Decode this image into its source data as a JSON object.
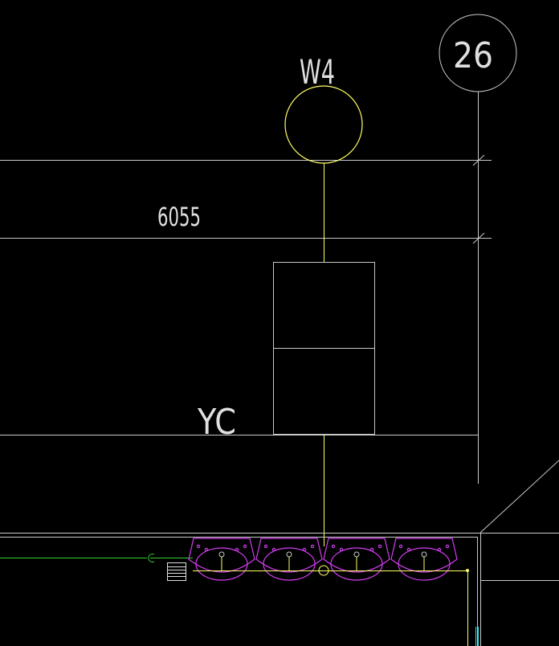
{
  "labels": {
    "axis_bubble": "26",
    "window_tag": "W4",
    "dimension": "6055",
    "room_code": "YC"
  },
  "fixtures": {
    "washbasin_count": 4
  },
  "colors": {
    "background": "#000000",
    "line_gray": "#c8c8c8",
    "pipe_yellow": "#ffff66",
    "fixture_magenta": "#d23cf0",
    "pipe_green": "#33cc33",
    "pipe_cyan": "#33dddd"
  }
}
